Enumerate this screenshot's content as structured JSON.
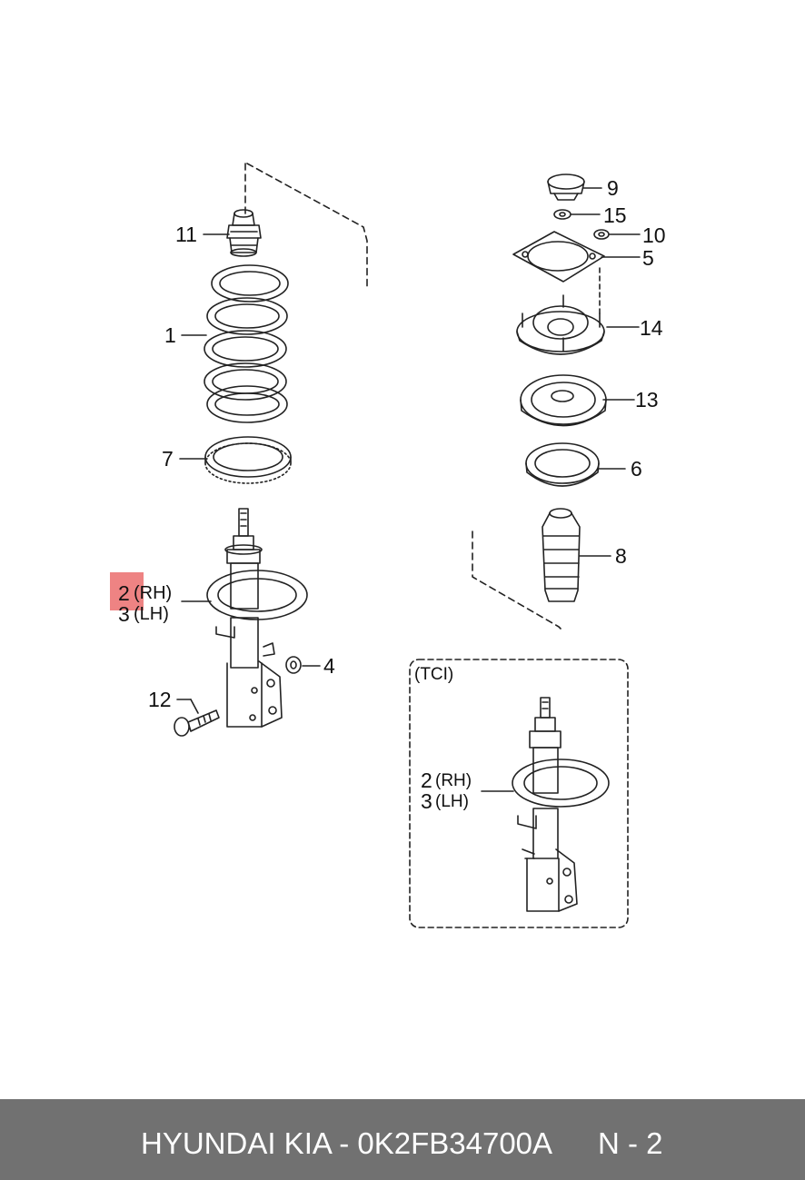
{
  "labels": {
    "part_1": "1",
    "part_2": "2",
    "part_2_side": "(RH)",
    "part_3": "3",
    "part_3_side": "(LH)",
    "part_4": "4",
    "part_5": "5",
    "part_6": "6",
    "part_7": "7",
    "part_8": "8",
    "part_9": "9",
    "part_10": "10",
    "part_11": "11",
    "part_12": "12",
    "part_13": "13",
    "part_14": "14",
    "part_15": "15",
    "inset_title": "(TCI)",
    "inset_part_2": "2",
    "inset_part_2_side": "(RH)",
    "inset_part_3": "3",
    "inset_part_3_side": "(LH)"
  },
  "highlight": {
    "part": "2",
    "color": "#e85a5a"
  },
  "footer": {
    "title": "HYUNDAI KIA - 0K2FB34700A",
    "page": "N - 2"
  }
}
